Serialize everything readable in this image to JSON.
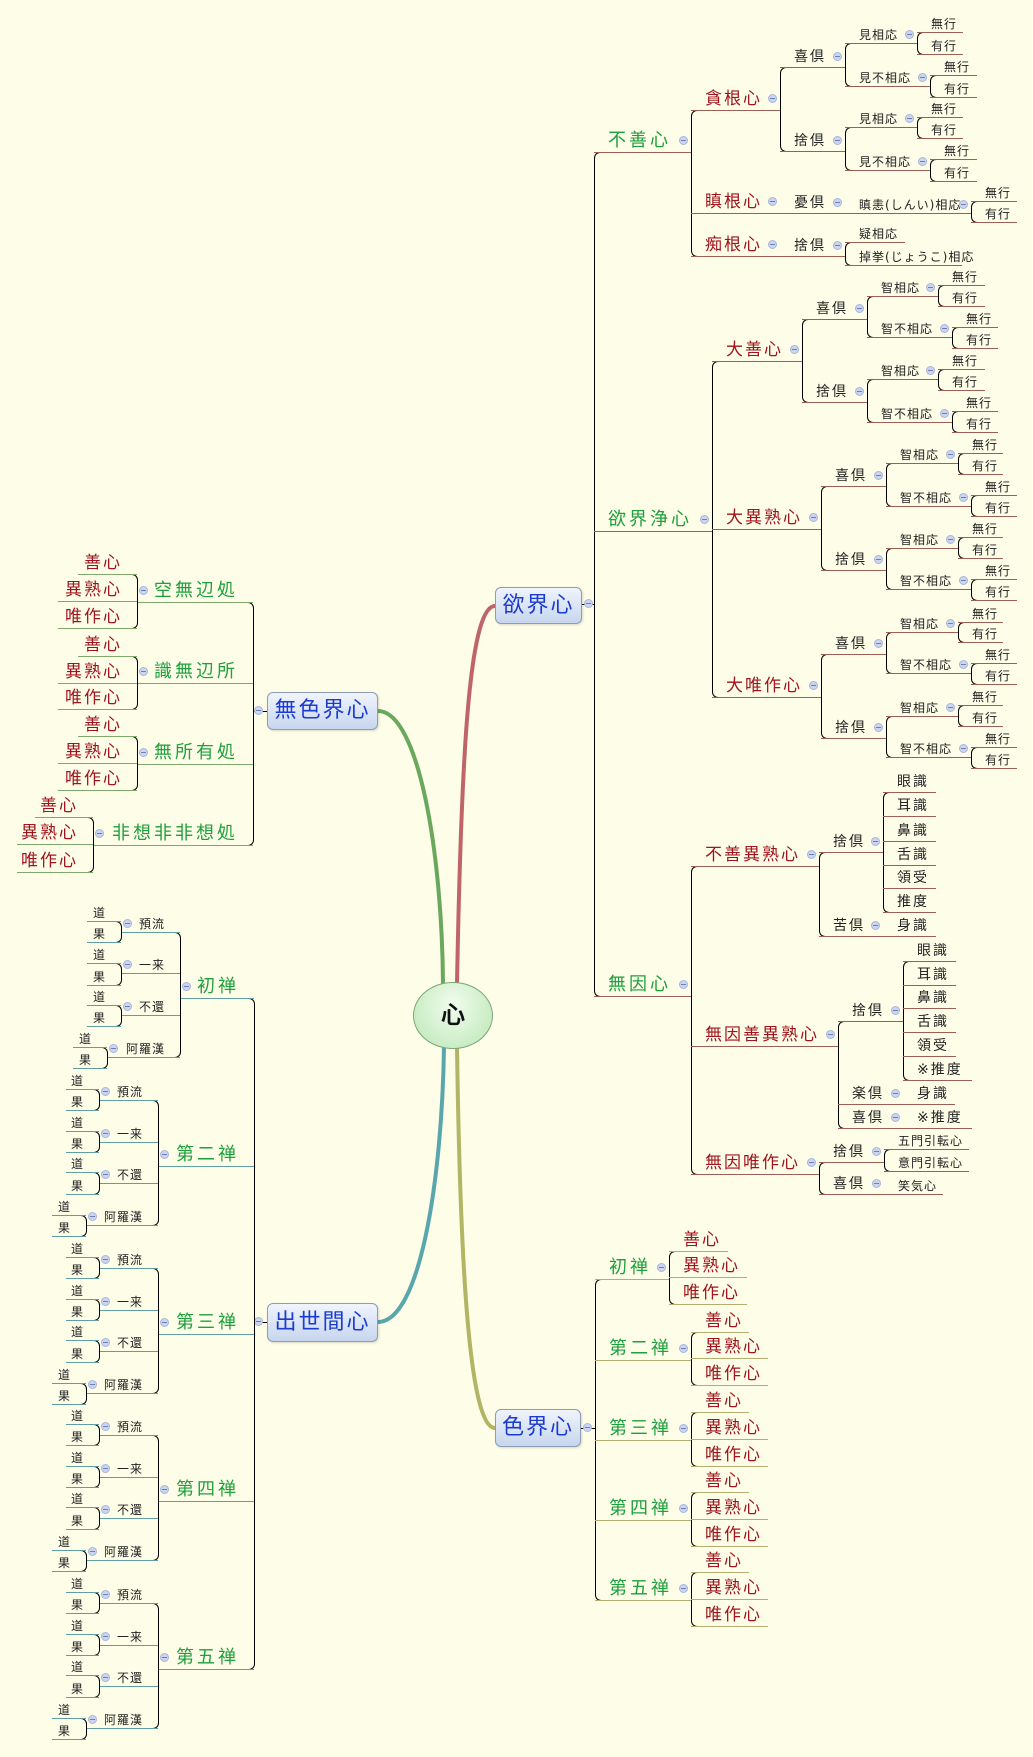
{
  "colors": {
    "background": "#fdfde8",
    "kamavacara_lines": "#9b5f55",
    "rupavacara_lines": "#b3ad72",
    "arupavacara_lines": "#7ea86c",
    "lokuttara_lines": "#5f9fa1",
    "level1_text": "#1ea03c",
    "level2_text": "#a0141e",
    "main_topic_text": "#1b3bd1"
  },
  "icons": {
    "collapse": "minus-circle",
    "central_topic_shape": "ellipse"
  },
  "map": {
    "center": "心",
    "sub": [
      {
        "label": "欲界心",
        "sub": [
          {
            "label": "不善心",
            "sub": [
              {
                "label": "貪根心",
                "sub": [
                  {
                    "label": "喜倶",
                    "sub": [
                      {
                        "label": "見相応",
                        "sub": [
                          {
                            "label": "無行"
                          },
                          {
                            "label": "有行"
                          }
                        ]
                      },
                      {
                        "label": "見不相応",
                        "sub": [
                          {
                            "label": "無行"
                          },
                          {
                            "label": "有行"
                          }
                        ]
                      }
                    ]
                  },
                  {
                    "label": "捨倶",
                    "sub": [
                      {
                        "label": "見相応",
                        "sub": [
                          {
                            "label": "無行"
                          },
                          {
                            "label": "有行"
                          }
                        ]
                      },
                      {
                        "label": "見不相応",
                        "sub": [
                          {
                            "label": "無行"
                          },
                          {
                            "label": "有行"
                          }
                        ]
                      }
                    ]
                  }
                ]
              },
              {
                "label": "瞋根心",
                "sub": [
                  {
                    "label": "憂倶",
                    "sub": [
                      {
                        "label": "瞋恚(しんい)相応",
                        "sub": [
                          {
                            "label": "無行"
                          },
                          {
                            "label": "有行"
                          }
                        ]
                      }
                    ]
                  }
                ]
              },
              {
                "label": "痴根心",
                "sub": [
                  {
                    "label": "捨倶",
                    "sub": [
                      {
                        "label": "疑相応"
                      },
                      {
                        "label": "掉挙(じょうこ)相応"
                      }
                    ]
                  }
                ]
              }
            ]
          },
          {
            "label": "欲界浄心",
            "sub": [
              {
                "label": "大善心",
                "sub": [
                  {
                    "label": "喜倶",
                    "sub": [
                      {
                        "label": "智相応",
                        "sub": [
                          {
                            "label": "無行"
                          },
                          {
                            "label": "有行"
                          }
                        ]
                      },
                      {
                        "label": "智不相応",
                        "sub": [
                          {
                            "label": "無行"
                          },
                          {
                            "label": "有行"
                          }
                        ]
                      }
                    ]
                  },
                  {
                    "label": "捨倶",
                    "sub": [
                      {
                        "label": "智相応",
                        "sub": [
                          {
                            "label": "無行"
                          },
                          {
                            "label": "有行"
                          }
                        ]
                      },
                      {
                        "label": "智不相応",
                        "sub": [
                          {
                            "label": "無行"
                          },
                          {
                            "label": "有行"
                          }
                        ]
                      }
                    ]
                  }
                ]
              },
              {
                "label": "大異熟心",
                "sub": [
                  {
                    "label": "喜倶",
                    "sub": [
                      {
                        "label": "智相応",
                        "sub": [
                          {
                            "label": "無行"
                          },
                          {
                            "label": "有行"
                          }
                        ]
                      },
                      {
                        "label": "智不相応",
                        "sub": [
                          {
                            "label": "無行"
                          },
                          {
                            "label": "有行"
                          }
                        ]
                      }
                    ]
                  },
                  {
                    "label": "捨倶",
                    "sub": [
                      {
                        "label": "智相応",
                        "sub": [
                          {
                            "label": "無行"
                          },
                          {
                            "label": "有行"
                          }
                        ]
                      },
                      {
                        "label": "智不相応",
                        "sub": [
                          {
                            "label": "無行"
                          },
                          {
                            "label": "有行"
                          }
                        ]
                      }
                    ]
                  }
                ]
              },
              {
                "label": "大唯作心",
                "sub": [
                  {
                    "label": "喜倶",
                    "sub": [
                      {
                        "label": "智相応",
                        "sub": [
                          {
                            "label": "無行"
                          },
                          {
                            "label": "有行"
                          }
                        ]
                      },
                      {
                        "label": "智不相応",
                        "sub": [
                          {
                            "label": "無行"
                          },
                          {
                            "label": "有行"
                          }
                        ]
                      }
                    ]
                  },
                  {
                    "label": "捨倶",
                    "sub": [
                      {
                        "label": "智相応",
                        "sub": [
                          {
                            "label": "無行"
                          },
                          {
                            "label": "有行"
                          }
                        ]
                      },
                      {
                        "label": "智不相応",
                        "sub": [
                          {
                            "label": "無行"
                          },
                          {
                            "label": "有行"
                          }
                        ]
                      }
                    ]
                  }
                ]
              }
            ]
          },
          {
            "label": "無因心",
            "sub": [
              {
                "label": "不善異熟心",
                "sub": [
                  {
                    "label": "捨倶",
                    "sub": [
                      {
                        "label": "眼識"
                      },
                      {
                        "label": "耳識"
                      },
                      {
                        "label": "鼻識"
                      },
                      {
                        "label": "舌識"
                      },
                      {
                        "label": "領受"
                      },
                      {
                        "label": "推度"
                      }
                    ]
                  },
                  {
                    "label": "苦倶",
                    "sub": [
                      {
                        "label": "身識"
                      }
                    ]
                  }
                ]
              },
              {
                "label": "無因善異熟心",
                "sub": [
                  {
                    "label": "捨倶",
                    "sub": [
                      {
                        "label": "眼識"
                      },
                      {
                        "label": "耳識"
                      },
                      {
                        "label": "鼻識"
                      },
                      {
                        "label": "舌識"
                      },
                      {
                        "label": "領受"
                      },
                      {
                        "label": "※推度"
                      }
                    ]
                  },
                  {
                    "label": "楽倶",
                    "sub": [
                      {
                        "label": "身識"
                      }
                    ]
                  },
                  {
                    "label": "喜倶",
                    "sub": [
                      {
                        "label": "※推度"
                      }
                    ]
                  }
                ]
              },
              {
                "label": "無因唯作心",
                "sub": [
                  {
                    "label": "捨倶",
                    "sub": [
                      {
                        "label": "五門引転心"
                      },
                      {
                        "label": "意門引転心"
                      }
                    ]
                  },
                  {
                    "label": "喜倶",
                    "sub": [
                      {
                        "label": "笑気心"
                      }
                    ]
                  }
                ]
              }
            ]
          }
        ]
      },
      {
        "label": "色界心",
        "sub": [
          {
            "label": "初禅",
            "sub": [
              {
                "label": "善心"
              },
              {
                "label": "異熟心"
              },
              {
                "label": "唯作心"
              }
            ]
          },
          {
            "label": "第二禅",
            "sub": [
              {
                "label": "善心"
              },
              {
                "label": "異熟心"
              },
              {
                "label": "唯作心"
              }
            ]
          },
          {
            "label": "第三禅",
            "sub": [
              {
                "label": "善心"
              },
              {
                "label": "異熟心"
              },
              {
                "label": "唯作心"
              }
            ]
          },
          {
            "label": "第四禅",
            "sub": [
              {
                "label": "善心"
              },
              {
                "label": "異熟心"
              },
              {
                "label": "唯作心"
              }
            ]
          },
          {
            "label": "第五禅",
            "sub": [
              {
                "label": "善心"
              },
              {
                "label": "異熟心"
              },
              {
                "label": "唯作心"
              }
            ]
          }
        ]
      },
      {
        "label": "無色界心",
        "sub": [
          {
            "label": "空無辺処",
            "sub": [
              {
                "label": "善心"
              },
              {
                "label": "異熟心"
              },
              {
                "label": "唯作心"
              }
            ]
          },
          {
            "label": "識無辺所",
            "sub": [
              {
                "label": "善心"
              },
              {
                "label": "異熟心"
              },
              {
                "label": "唯作心"
              }
            ]
          },
          {
            "label": "無所有処",
            "sub": [
              {
                "label": "善心"
              },
              {
                "label": "異熟心"
              },
              {
                "label": "唯作心"
              }
            ]
          },
          {
            "label": "非想非非想処",
            "sub": [
              {
                "label": "善心"
              },
              {
                "label": "異熟心"
              },
              {
                "label": "唯作心"
              }
            ]
          }
        ]
      },
      {
        "label": "出世間心",
        "sub": [
          {
            "label": "初禅",
            "sub": [
              {
                "label": "預流",
                "sub": [
                  {
                    "label": "道"
                  },
                  {
                    "label": "果"
                  }
                ]
              },
              {
                "label": "一来",
                "sub": [
                  {
                    "label": "道"
                  },
                  {
                    "label": "果"
                  }
                ]
              },
              {
                "label": "不還",
                "sub": [
                  {
                    "label": "道"
                  },
                  {
                    "label": "果"
                  }
                ]
              },
              {
                "label": "阿羅漢",
                "sub": [
                  {
                    "label": "道"
                  },
                  {
                    "label": "果"
                  }
                ]
              }
            ]
          },
          {
            "label": "第二禅",
            "sub": [
              {
                "label": "預流",
                "sub": [
                  {
                    "label": "道"
                  },
                  {
                    "label": "果"
                  }
                ]
              },
              {
                "label": "一来",
                "sub": [
                  {
                    "label": "道"
                  },
                  {
                    "label": "果"
                  }
                ]
              },
              {
                "label": "不還",
                "sub": [
                  {
                    "label": "道"
                  },
                  {
                    "label": "果"
                  }
                ]
              },
              {
                "label": "阿羅漢",
                "sub": [
                  {
                    "label": "道"
                  },
                  {
                    "label": "果"
                  }
                ]
              }
            ]
          },
          {
            "label": "第三禅",
            "sub": [
              {
                "label": "預流",
                "sub": [
                  {
                    "label": "道"
                  },
                  {
                    "label": "果"
                  }
                ]
              },
              {
                "label": "一来",
                "sub": [
                  {
                    "label": "道"
                  },
                  {
                    "label": "果"
                  }
                ]
              },
              {
                "label": "不還",
                "sub": [
                  {
                    "label": "道"
                  },
                  {
                    "label": "果"
                  }
                ]
              },
              {
                "label": "阿羅漢",
                "sub": [
                  {
                    "label": "道"
                  },
                  {
                    "label": "果"
                  }
                ]
              }
            ]
          },
          {
            "label": "第四禅",
            "sub": [
              {
                "label": "預流",
                "sub": [
                  {
                    "label": "道"
                  },
                  {
                    "label": "果"
                  }
                ]
              },
              {
                "label": "一来",
                "sub": [
                  {
                    "label": "道"
                  },
                  {
                    "label": "果"
                  }
                ]
              },
              {
                "label": "不還",
                "sub": [
                  {
                    "label": "道"
                  },
                  {
                    "label": "果"
                  }
                ]
              },
              {
                "label": "阿羅漢",
                "sub": [
                  {
                    "label": "道"
                  },
                  {
                    "label": "果"
                  }
                ]
              }
            ]
          },
          {
            "label": "第五禅",
            "sub": [
              {
                "label": "預流",
                "sub": [
                  {
                    "label": "道"
                  },
                  {
                    "label": "果"
                  }
                ]
              },
              {
                "label": "一来",
                "sub": [
                  {
                    "label": "道"
                  },
                  {
                    "label": "果"
                  }
                ]
              },
              {
                "label": "不還",
                "sub": [
                  {
                    "label": "道"
                  },
                  {
                    "label": "果"
                  }
                ]
              },
              {
                "label": "阿羅漢",
                "sub": [
                  {
                    "label": "道"
                  },
                  {
                    "label": "果"
                  }
                ]
              }
            ]
          }
        ]
      }
    ]
  }
}
